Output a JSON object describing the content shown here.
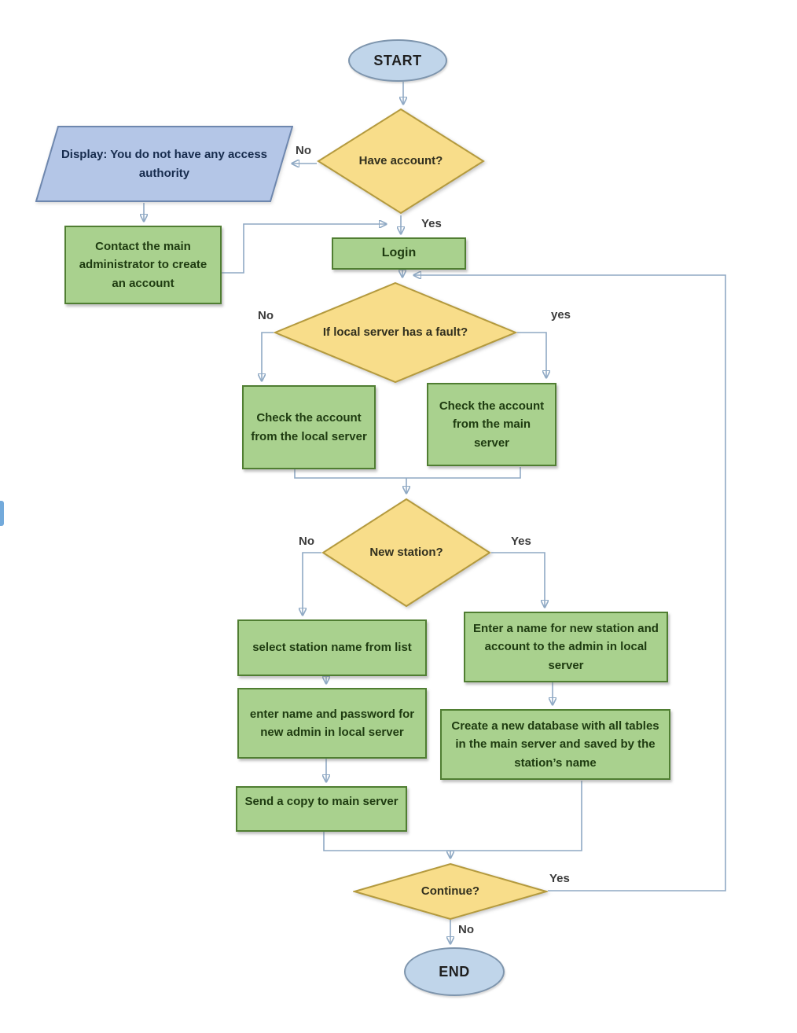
{
  "colors": {
    "terminator_fill": "#c0d5ea",
    "terminator_border": "#7e95ad",
    "decision_fill": "#f8dd8a",
    "decision_border": "#b49a3e",
    "process_fill": "#a9d18e",
    "process_border": "#507e32",
    "io_fill": "#b4c6e7",
    "io_border": "#6e87ae",
    "connector_line": "#8fa9c4",
    "arrowhead": "#5b9bd5"
  },
  "nodes": {
    "start": "START",
    "have_account": "Have account?",
    "display_no_access": "Display: You do not have any access authority",
    "contact_admin": "Contact the main administrator to create an account",
    "login": "Login",
    "local_fault": "If local server has a fault?",
    "check_local": "Check the account from the local server",
    "check_main": "Check the account from the main server",
    "new_station": "New station?",
    "select_station": "select station name from list",
    "enter_admin": "enter name and password for new admin in local server",
    "send_copy": "Send a copy to main server",
    "enter_station": "Enter a name for new station and account to the admin in local server",
    "create_db": "Create a new database with all tables in the main server and saved by the station’s name",
    "continue": "Continue?",
    "end": "END"
  },
  "edge_labels": {
    "have_account_no": "No",
    "have_account_yes": "Yes",
    "local_fault_no": "No",
    "local_fault_yes": "yes",
    "new_station_no": "No",
    "new_station_yes": "Yes",
    "continue_yes": "Yes",
    "continue_no": "No"
  }
}
